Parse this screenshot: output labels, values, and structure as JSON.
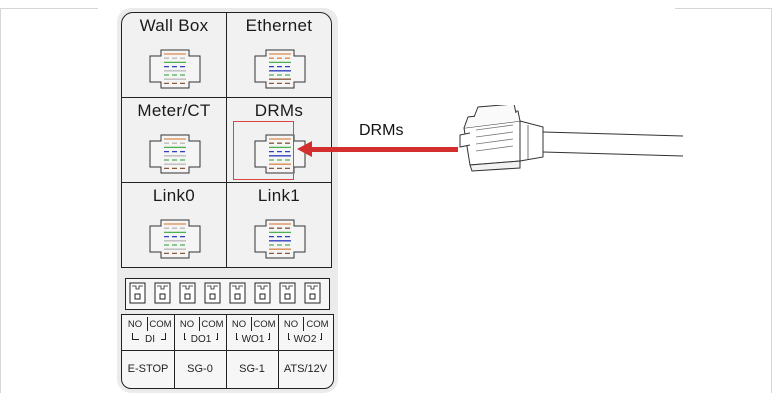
{
  "device": {
    "ports": [
      {
        "label": "Wall Box",
        "pins": [
          "#d98a4e",
          "#bbbbbb",
          "#4caf50",
          "#2f3fbf",
          "#bbbbbb",
          "#4caf50",
          "#bbbbbb",
          "#8a5a3c"
        ]
      },
      {
        "label": "Ethernet",
        "pins": [
          "#d98a4e",
          "#d98a4e",
          "#4caf50",
          "#2f3fbf",
          "#2f3fbf",
          "#4caf50",
          "#8a5a3c",
          "#8a5a3c"
        ]
      },
      {
        "label": "Meter/CT",
        "pins": [
          "#d98a4e",
          "#bbbbbb",
          "#4caf50",
          "#2f3fbf",
          "#bbbbbb",
          "#4caf50",
          "#bbbbbb",
          "#8a5a3c"
        ]
      },
      {
        "label": "DRMs",
        "pins": [
          "#d98a4e",
          "#8a5a3c",
          "#4caf50",
          "#2f3fbf",
          "#2f3fbf",
          "#4caf50",
          "#d98a4e",
          "#8a5a3c"
        ]
      },
      {
        "label": "Link0",
        "pins": [
          "#d98a4e",
          "#bbbbbb",
          "#4caf50",
          "#2f3fbf",
          "#bbbbbb",
          "#4caf50",
          "#bbbbbb",
          "#8a5a3c"
        ]
      },
      {
        "label": "Link1",
        "pins": [
          "#d98a4e",
          "#8a5a3c",
          "#4caf50",
          "#2f3fbf",
          "#2f3fbf",
          "#4caf50",
          "#d98a4e",
          "#8a5a3c"
        ]
      }
    ],
    "io": {
      "pins": [
        "NO",
        "COM",
        "NO",
        "COM",
        "NO",
        "COM",
        "NO",
        "COM"
      ],
      "groups": [
        "DI",
        "DO1",
        "WO1",
        "WO2"
      ],
      "functions": [
        "E-STOP",
        "SG-0",
        "SG-1",
        "ATS/12V"
      ]
    }
  },
  "callout": {
    "label": "DRMs"
  },
  "colors": {
    "arrow": "#d32f2f",
    "highlight": "#d9463f"
  }
}
